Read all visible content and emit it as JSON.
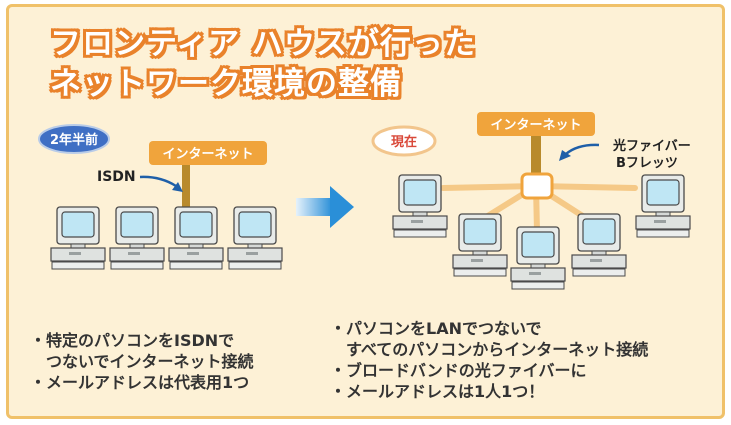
{
  "title": {
    "line1": "フロンティア ハウスが行った",
    "line2": "ネットワーク環境の整備"
  },
  "before": {
    "badge": "2年半前",
    "internet_label": "インターネット",
    "connection_label": "ISDN",
    "bullets": [
      "・特定のパソコンをISDNで",
      "　つないでインターネット接続",
      "・メールアドレスは代表用1つ"
    ]
  },
  "after": {
    "badge": "現在",
    "internet_label": "インターネット",
    "connection_label_line1": "光ファイバー",
    "connection_label_line2": "Bフレッツ",
    "bullets": [
      "・パソコンをLANでつないで",
      "　すべてのパソコンからインターネット接続",
      "・ブロードバンドの光ファイバーに",
      "・メールアドレスは1人1つ！"
    ]
  },
  "colors": {
    "background": "#fdf1d6",
    "border": "#f0c169",
    "title_outline": "#e9822b",
    "internet_box": "#f0a43c",
    "badge_blue": "#3f6fc4",
    "badge_red": "#d9493a",
    "arrow_blue": "#2a8fd8",
    "line_brown": "#b88a2c",
    "ray_orange": "#f5c987",
    "screen": "#bfe6f4"
  }
}
